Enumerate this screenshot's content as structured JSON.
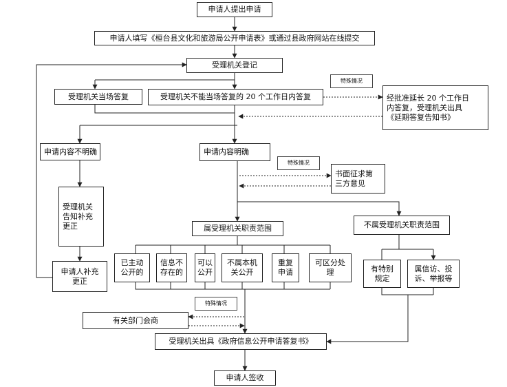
{
  "nodes": {
    "applicant_submit": "申请人提出申请",
    "fill_form": "申请人填写《桓台县文化和旅游局公开申请表》或通过县政府网站在线提交",
    "register": "受理机关登记",
    "reply_onsite": "受理机关当场答复",
    "reply_20days": "受理机关不能当场答复的 20 个工作日内答复",
    "extension": "经批准延长 20 个工作日\n内答复，受理机关出具\n《延期答复告知书》",
    "unclear": "申请内容不明确",
    "clear": "申请内容明确",
    "notify_supplement": "受理机关\n告知补充\n更正",
    "applicant_supplement": "申请人补充\n更正",
    "third_party": "书面征求第\n三方意见",
    "in_scope": "属受理机关职责范围",
    "out_scope": "不属受理机关职责范围",
    "public": "已主动\n公开的",
    "not_exist": "信息不\n存在的",
    "can_public": "可以\n公开",
    "not_this": "不属本机\n关公开",
    "duplicate": "重复\n申请",
    "partial": "可区分处\n理",
    "special_rule": "有特别\n规定",
    "petition": "属信访、投\n诉、举报等",
    "consult": "有关部门会商",
    "issue_reply": "受理机关出具《政府信息公开申请答复书》",
    "receive": "申请人签收"
  },
  "tags": {
    "special_1": "特殊情况",
    "special_2": "特殊情况",
    "special_3": "特殊情况"
  }
}
